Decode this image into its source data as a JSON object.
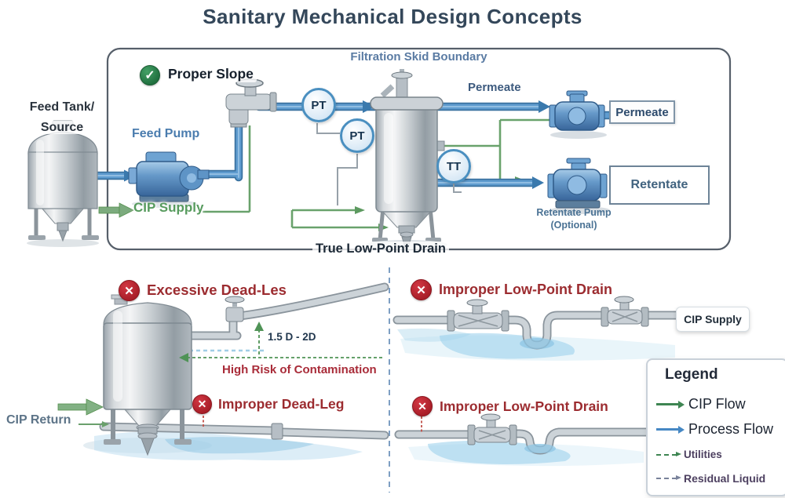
{
  "title": "Sanitary Mechanical Design Concepts",
  "skid": {
    "boundary_label": "Filtration Skid Boundary",
    "proper_slope": "Proper Slope",
    "feed_tank_line1": "Feed Tank/",
    "feed_tank_line2": "Source",
    "feed_pump": "Feed Pump",
    "cip_supply": "CIP Supply",
    "instruments": {
      "pt1": "PT",
      "pt2": "PT",
      "tt": "TT"
    },
    "permeate_flow": "Permeate",
    "permeate_box": "Permeate",
    "retentate_box": "Retentate",
    "retentate_pump": "Retentate Pump (Optional)",
    "true_low_point_drain": "True Low-Point Drain"
  },
  "bottom": {
    "excessive_dead_leg": "Excessive Dead-Les",
    "dead_leg_dimension": "1.5 D - 2D",
    "high_risk": "High Risk of Contamination",
    "improper_dead_leg": "Improper Dead-Leg",
    "cip_return": "CIP Return",
    "improper_low_point_drain_top": "Improper Low-Point Drain",
    "improper_low_point_drain_bottom": "Improper Low-Point Drain",
    "cip_supply_box": "CIP Supply"
  },
  "legend": {
    "title": "Legend",
    "items": [
      {
        "label": "CIP Flow",
        "style": "solid",
        "color": "#3e8552"
      },
      {
        "label": "Process Flow",
        "style": "solid",
        "color": "#4688c4"
      },
      {
        "label": "Utilities",
        "style": "dashed",
        "color": "#3e8552"
      },
      {
        "label": "Residual Liquid",
        "style": "dashed",
        "color": "#79829a"
      }
    ]
  },
  "icons": {
    "check": "✓",
    "cross": "✕"
  }
}
